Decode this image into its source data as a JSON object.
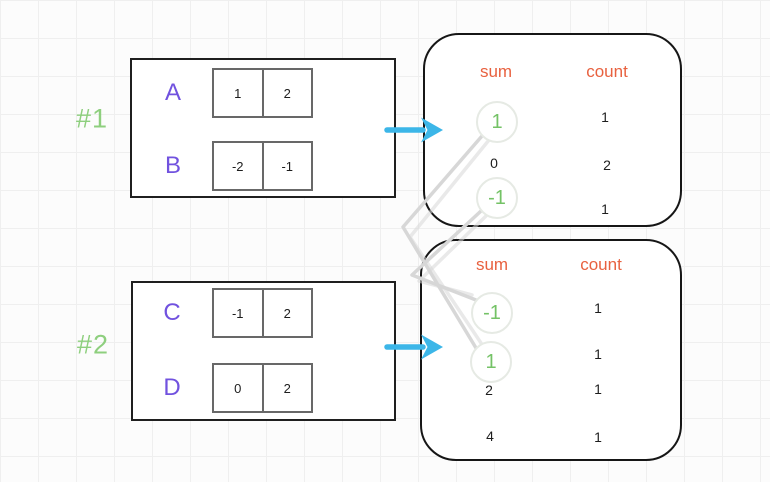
{
  "examples": [
    {
      "id": "#1",
      "input_rows": [
        {
          "label": "A",
          "values": [
            "1",
            "2"
          ]
        },
        {
          "label": "B",
          "values": [
            "-2",
            "-1"
          ]
        }
      ],
      "result": {
        "headers": {
          "sum": "sum",
          "count": "count"
        },
        "rows": [
          {
            "sum": "1",
            "count": "1",
            "highlighted": true
          },
          {
            "sum": "0",
            "count": "2",
            "highlighted": false
          },
          {
            "sum": "-1",
            "count": "1",
            "highlighted": true
          }
        ]
      }
    },
    {
      "id": "#2",
      "input_rows": [
        {
          "label": "C",
          "values": [
            "-1",
            "2"
          ]
        },
        {
          "label": "D",
          "values": [
            "0",
            "2"
          ]
        }
      ],
      "result": {
        "headers": {
          "sum": "sum",
          "count": "count"
        },
        "rows": [
          {
            "sum": "-1",
            "count": "1",
            "highlighted": true
          },
          {
            "sum": "1",
            "count": "1",
            "highlighted": true
          },
          {
            "sum": "2",
            "count": "1",
            "highlighted": false
          },
          {
            "sum": "4",
            "count": "1",
            "highlighted": false
          }
        ]
      }
    }
  ],
  "icons": {
    "arrow_1": "right-arrow",
    "arrow_2": "right-arrow",
    "connector_1": "match-line-1-to-1",
    "connector_2": "match-line-neg1-to-neg1"
  },
  "colors": {
    "label_purple": "#7152df",
    "example_green": "#8ecf7e",
    "highlight_green": "#74c266",
    "header_orange": "#e8613f",
    "arrow_cyan": "#3cb6e8",
    "connector_gray": "#d7d7d7",
    "text_black": "#1d1d1d"
  }
}
